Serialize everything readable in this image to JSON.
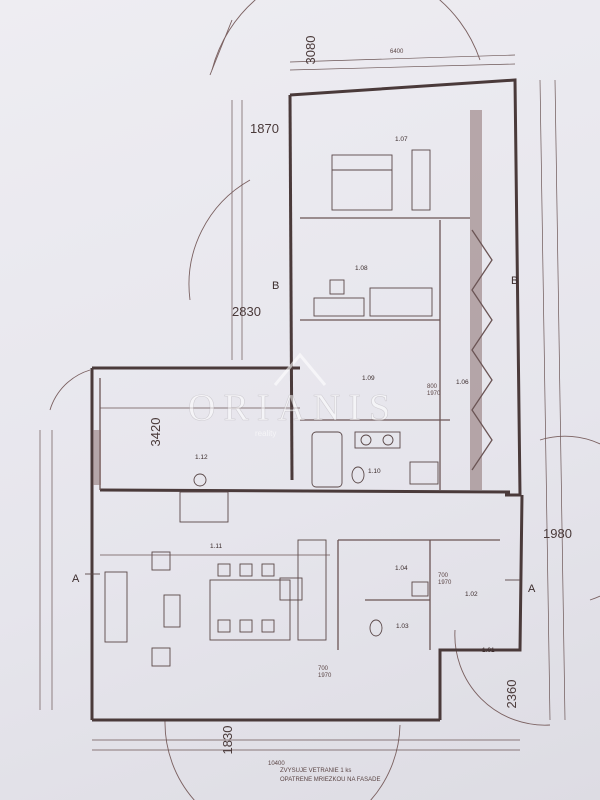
{
  "watermark": {
    "brand": "ORIANIS",
    "subtitle": "reality"
  },
  "rooms": [
    {
      "id": "1.07"
    },
    {
      "id": "1.08"
    },
    {
      "id": "1.09"
    },
    {
      "id": "1.10"
    },
    {
      "id": "1.06"
    },
    {
      "id": "1.12"
    },
    {
      "id": "1.11"
    },
    {
      "id": "1.04"
    },
    {
      "id": "1.02"
    },
    {
      "id": "1.03"
    },
    {
      "id": "1.01"
    }
  ],
  "dimensions": {
    "top_arc": "3080",
    "left_upper": "1870",
    "left_mid": "2830",
    "left_lower": "3420",
    "right_mid": "1980",
    "bottom_right": "2360",
    "bottom_center": "1830",
    "top_total": "6400",
    "bottom_total": "10400"
  },
  "doors": [
    "800",
    "1970",
    "700",
    "1970",
    "700",
    "1970"
  ],
  "sections": {
    "a_left": "A",
    "a_right": "A",
    "b_left": "B",
    "b_right": "B"
  },
  "notes": {
    "bottom_line1": "ZVYSUJE VETRANIE 1 ks",
    "bottom_line2": "OPATRENE MRIEZKOU NA FASADE"
  },
  "colors": {
    "paper": "#e9e8ee",
    "line": "#4a3a3a"
  }
}
